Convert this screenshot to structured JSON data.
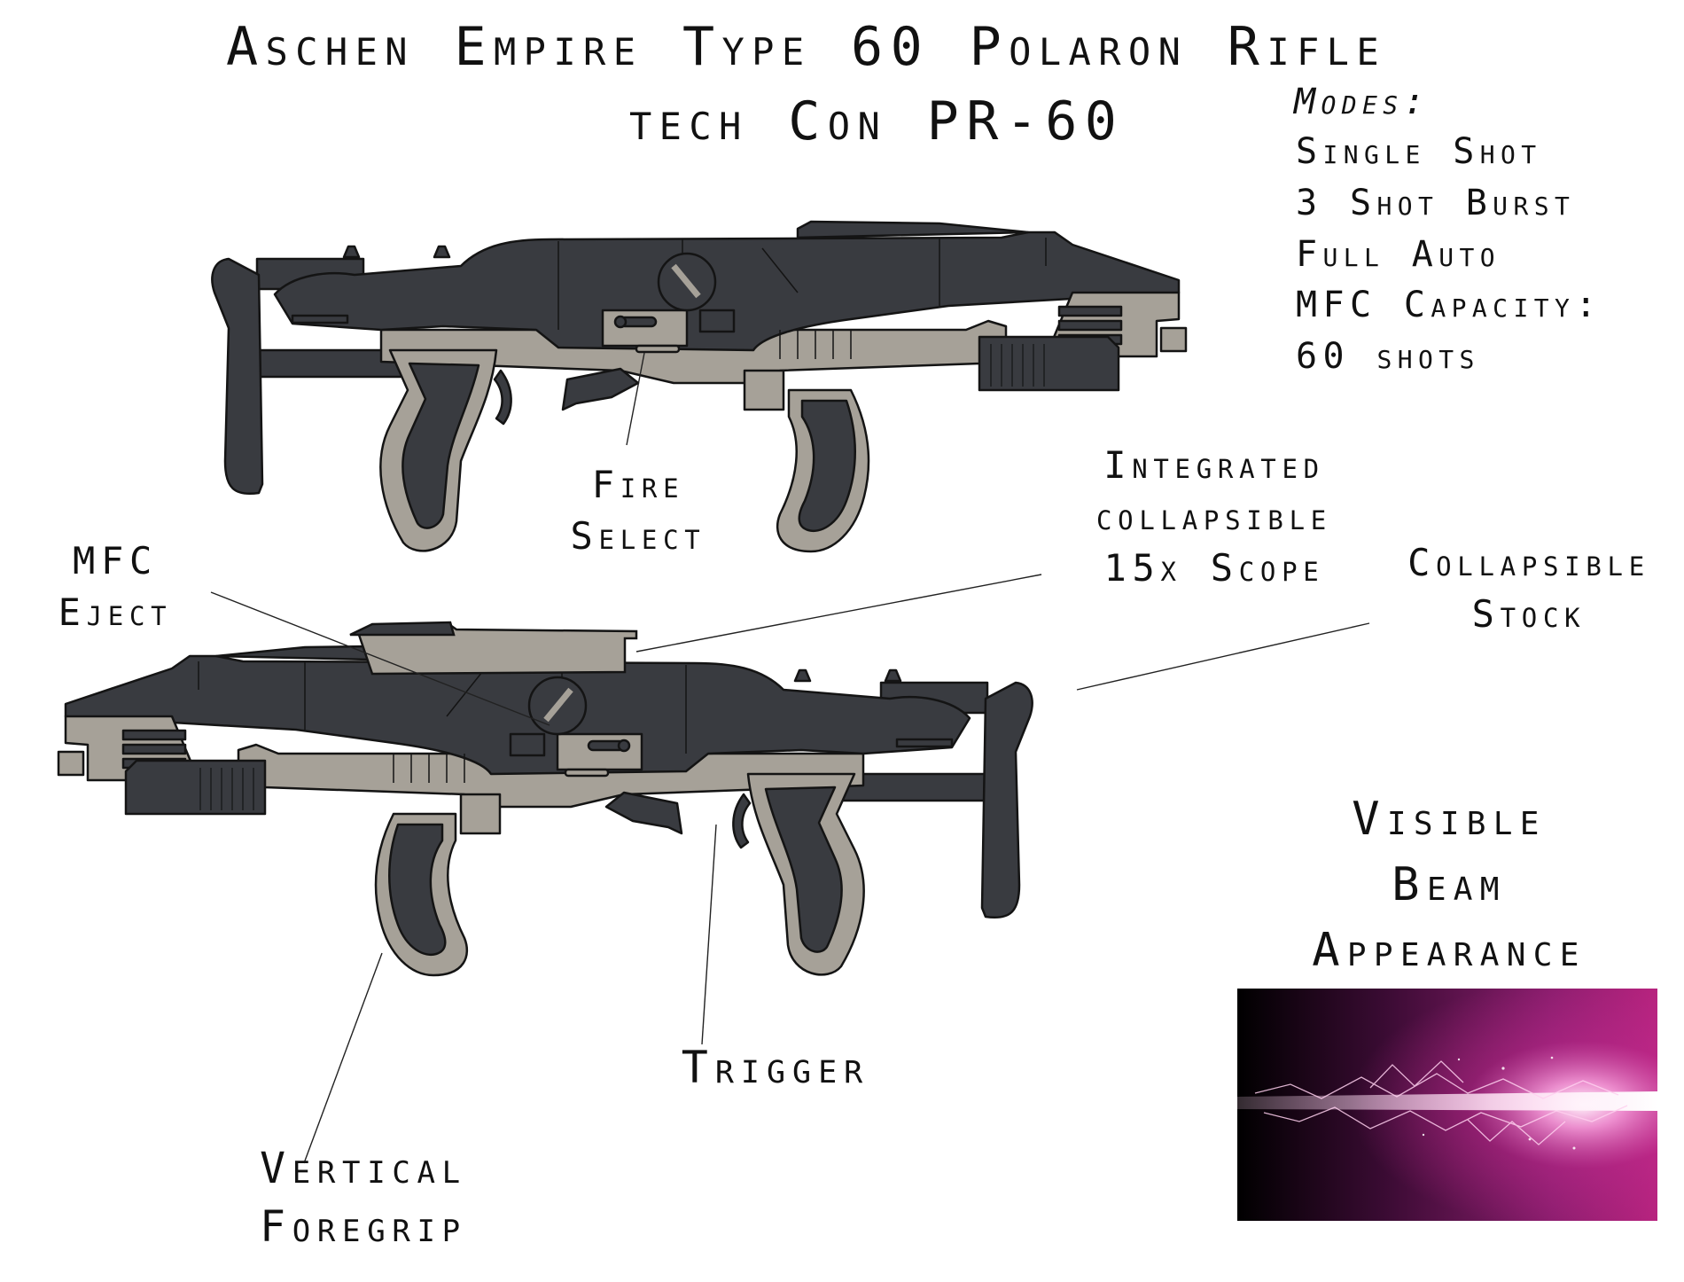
{
  "title": {
    "line1": "Aschen Empire Type 60 Polaron Rifle",
    "line2": "tech Con PR-60"
  },
  "specs": {
    "modes_heading": "Modes:",
    "modes": [
      "Single Shot",
      "3 Shot Burst",
      "Full Auto"
    ],
    "capacity_label": "MFC Capacity:",
    "capacity_value": "60 shots"
  },
  "callouts": {
    "fire_select": [
      "Fire",
      "Select"
    ],
    "integrated_scope": [
      "Integrated",
      "collapsible",
      "15x Scope"
    ],
    "mfc_eject": [
      "MFC",
      "Eject"
    ],
    "collapsible_stock": [
      "Collapsible",
      "Stock"
    ],
    "trigger": [
      "Trigger"
    ],
    "vertical_foregrip": [
      "Vertical",
      "Foregrip"
    ]
  },
  "beam_caption": [
    "Visible",
    "Beam",
    "Appearance"
  ],
  "colors": {
    "body_dark": "#393b40",
    "body_light": "#a6a198",
    "outline": "#141414",
    "beam_magenta": "#c02a8f",
    "beam_core": "#fff2fb"
  }
}
